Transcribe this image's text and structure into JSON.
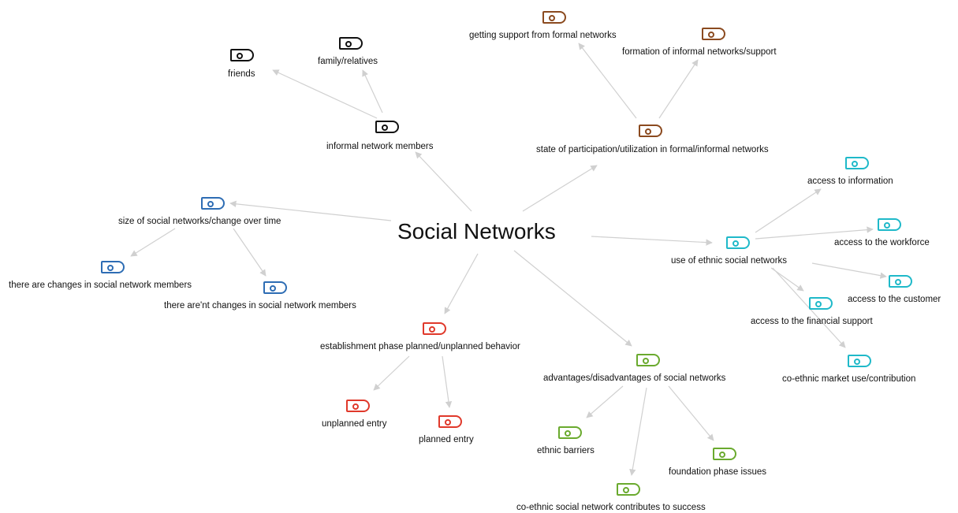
{
  "central": {
    "label": "Social Networks"
  },
  "colors": {
    "black": "#111111",
    "brown": "#8B4A1F",
    "blue": "#2E6DB4",
    "cyan": "#1FB9C9",
    "red": "#E0392B",
    "green": "#6AAA2E",
    "edge": "#d0d0d0"
  },
  "nodes": {
    "informal_members": {
      "label": "informal network members"
    },
    "friends": {
      "label": "friends"
    },
    "family": {
      "label": "family/relatives"
    },
    "state_participation": {
      "label": "state of participation/utilization in formal/informal networks"
    },
    "formal_support": {
      "label": "getting support from formal networks"
    },
    "informal_formation": {
      "label": "formation of informal networks/support"
    },
    "size_networks": {
      "label": "size of social networks/change over time"
    },
    "changes": {
      "label": "there are changes in social network members"
    },
    "no_changes": {
      "label": "there are'nt changes in social network members"
    },
    "ethnic_use": {
      "label": "use of ethnic social networks"
    },
    "access_info": {
      "label": "access to information"
    },
    "access_workforce": {
      "label": "access to the workforce"
    },
    "access_customer": {
      "label": "access to the customer"
    },
    "access_financial": {
      "label": "access to the financial support"
    },
    "coethnic_market": {
      "label": "co-ethnic market use/contribution"
    },
    "establishment": {
      "label": "establishment phase planned/unplanned behavior"
    },
    "unplanned": {
      "label": "unplanned entry"
    },
    "planned": {
      "label": "planned entry"
    },
    "advantages": {
      "label": "advantages/disadvantages of social networks"
    },
    "ethnic_barriers": {
      "label": "ethnic barriers"
    },
    "foundation_issues": {
      "label": "foundation phase issues"
    },
    "coethnic_success": {
      "label": "co-ethnic social network contributes to success"
    }
  }
}
